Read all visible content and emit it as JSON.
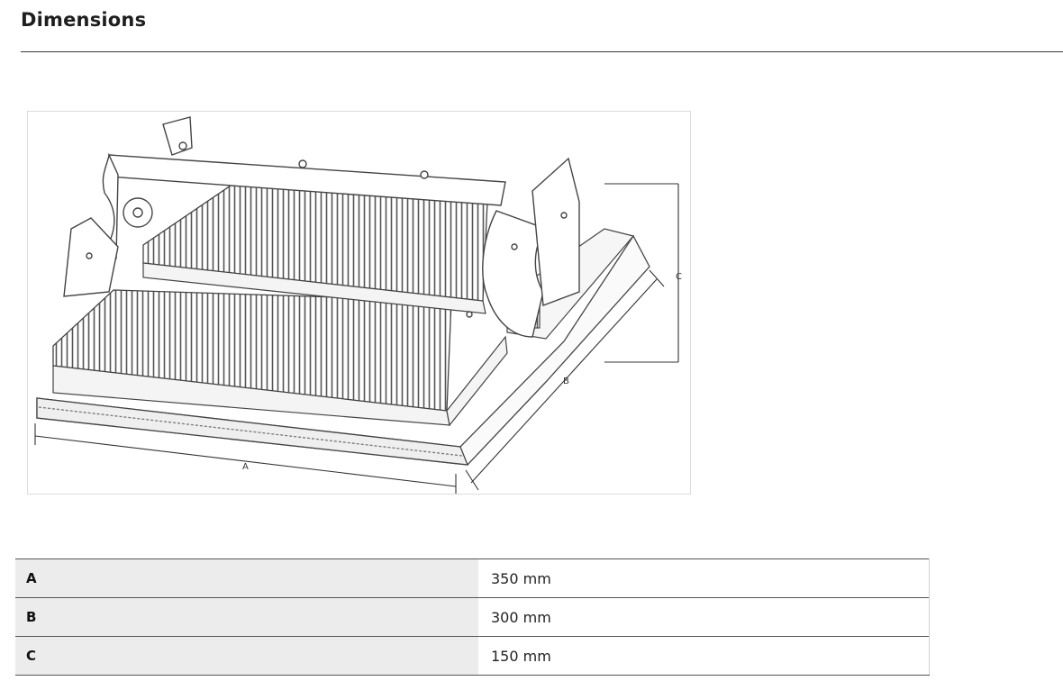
{
  "page": {
    "title": "Dimensions"
  },
  "figure": {
    "dimension_labels": {
      "a": "A",
      "b": "B",
      "c": "C"
    }
  },
  "dimensions": [
    {
      "key": "A",
      "value": "350 mm"
    },
    {
      "key": "B",
      "value": "300 mm"
    },
    {
      "key": "C",
      "value": "150 mm"
    }
  ]
}
